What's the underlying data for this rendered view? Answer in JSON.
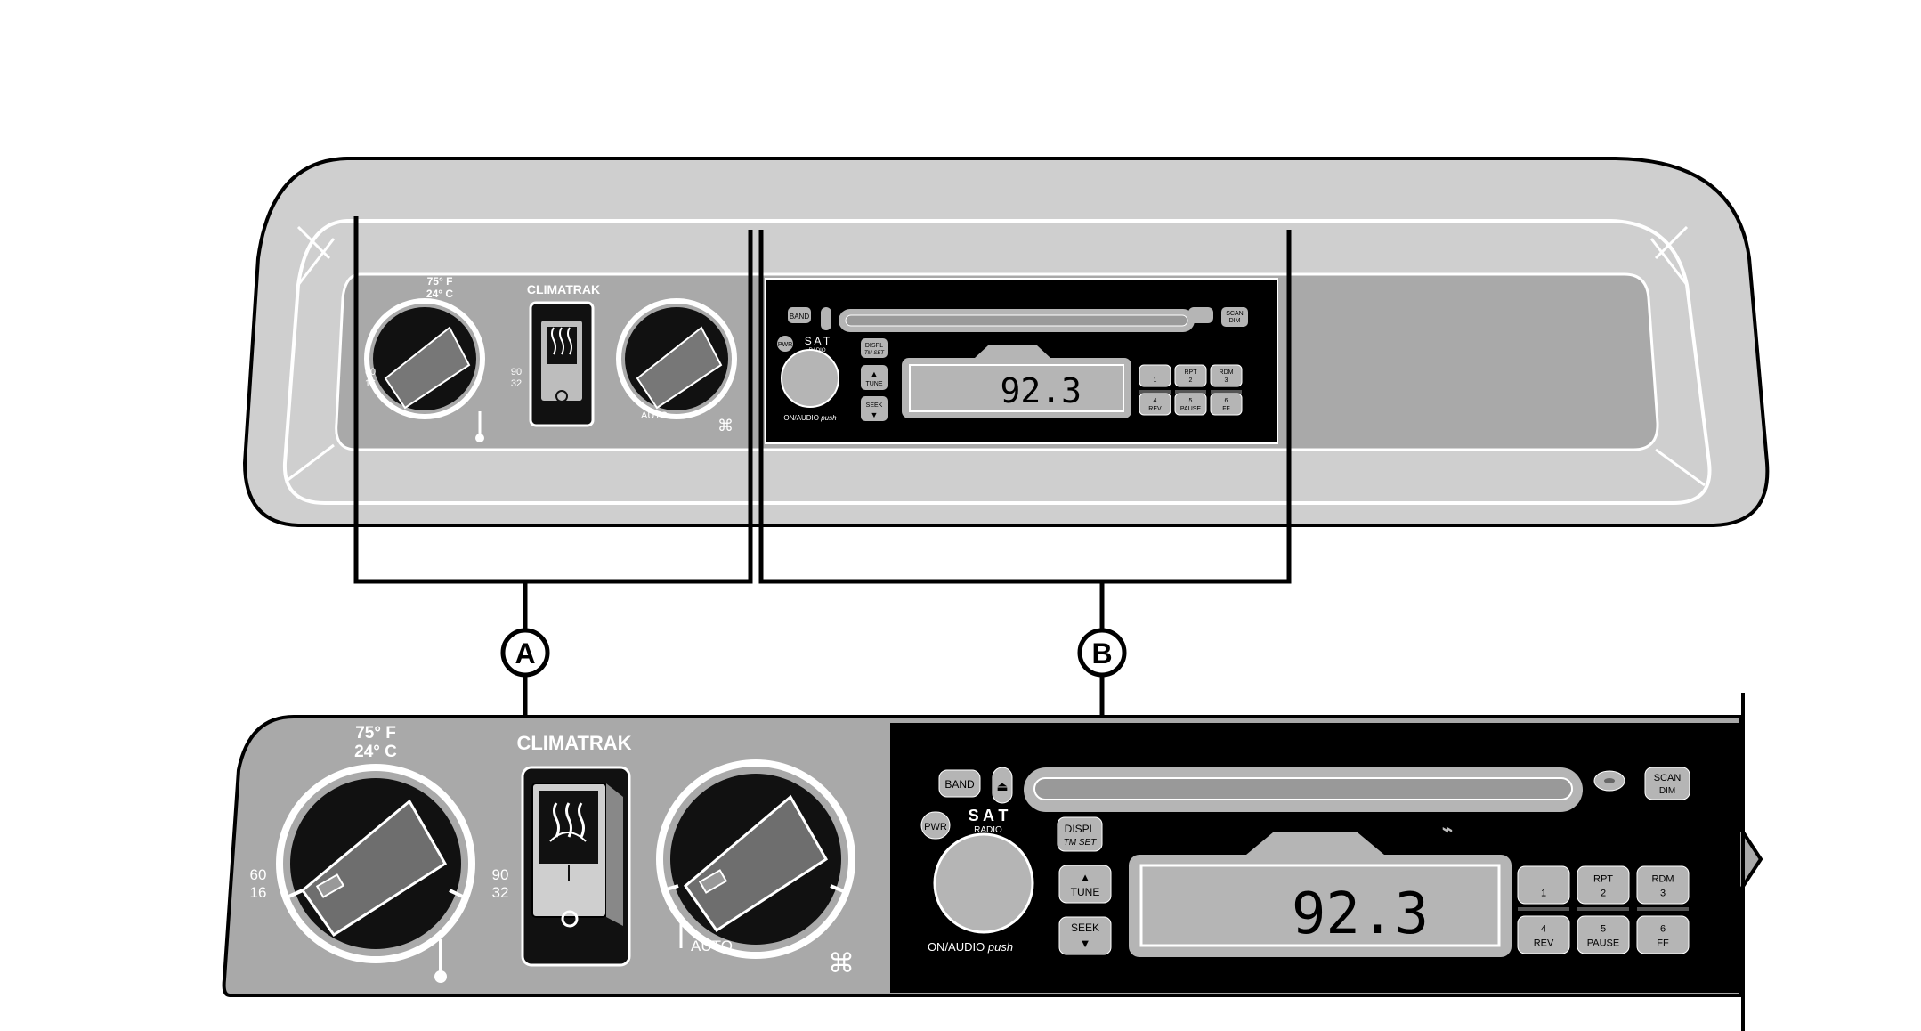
{
  "callouts": {
    "a": "A",
    "b": "B"
  },
  "climate": {
    "brand": "CLIMATRAK",
    "temp_f": "75° F",
    "temp_c": "24° C",
    "low_f": "60",
    "low_c": "16",
    "high_f": "90",
    "high_c": "32",
    "auto": "AUTO"
  },
  "radio": {
    "band": "BAND",
    "scan": "SCAN",
    "dim": "DIM",
    "pwr": "PWR",
    "sat": "S A T",
    "radio_word": "RADIO",
    "displ": "DISPL",
    "tm_set": "TM SET",
    "tune": "TUNE",
    "seek": "SEEK",
    "on_audio": "ON/AUDIO",
    "push": "push",
    "frequency": "92.3",
    "presets": [
      {
        "top": "",
        "bottom": "1"
      },
      {
        "top": "RPT",
        "bottom": "2"
      },
      {
        "top": "RDM",
        "bottom": "3"
      },
      {
        "top": "4",
        "bottom": "REV"
      },
      {
        "top": "5",
        "bottom": "PAUSE"
      },
      {
        "top": "6",
        "bottom": "FF"
      }
    ]
  },
  "colors": {
    "bezel": "#cfcfcf",
    "panel_gray": "#a9a9a9",
    "black": "#000000",
    "button": "#b5b5b5",
    "line": "#000000"
  }
}
